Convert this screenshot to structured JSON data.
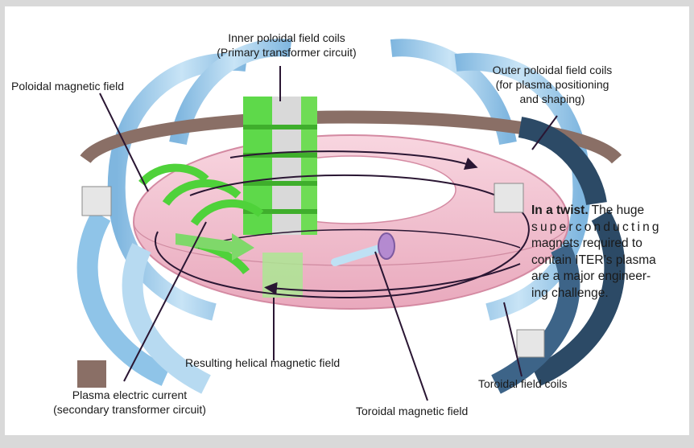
{
  "labels": {
    "inner_coils_line1": "Inner poloidal field coils",
    "inner_coils_line2": "(Primary transformer circuit)",
    "poloidal_field": "Poloidal magnetic field",
    "outer_coils_line1": "Outer poloidal field coils",
    "outer_coils_line2": "(for plasma positioning",
    "outer_coils_line3": "and shaping)",
    "helical_field": "Resulting helical magnetic field",
    "plasma_current_line1": "Plasma electric current",
    "plasma_current_line2": "(secondary transformer circuit)",
    "toroidal_field": "Toroidal magnetic field",
    "toroidal_coils": "Toroidal field coils"
  },
  "caption": {
    "title": "In a twist.",
    "line1": "The huge",
    "line2": "superconducting",
    "line3": "magnets required to",
    "line4": "contain ITER’s plasma",
    "line5": "are a major engineer-",
    "line6": "ing challenge."
  },
  "colors": {
    "plasma_pink": "#f4c6d4",
    "coil_blue": "#a8d0ec",
    "coil_navy": "#2c4a66",
    "outer_coil_brown": "#8a6f66",
    "field_green": "#4fd23a",
    "line_dark": "#2a1633"
  }
}
